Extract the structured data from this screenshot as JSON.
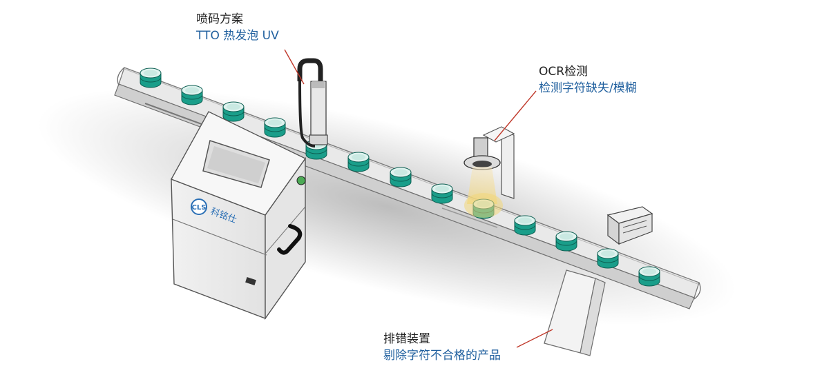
{
  "annotations": {
    "printing": {
      "title": "喷码方案",
      "subtitle": "TTO 热发泡 UV"
    },
    "ocr": {
      "title": "OCR检测",
      "subtitle": "检测字符缺失/模糊"
    },
    "reject": {
      "title": "排错装置",
      "subtitle": "剔除字符不合格的产品"
    }
  },
  "printer_brand": {
    "logo_text": "CLS",
    "name": "科铭仕"
  },
  "colors": {
    "leader_line": "#c0392b",
    "label_title": "#222222",
    "label_subtitle": "#1f5f9e",
    "bottle_cap": "#1a9e8a",
    "cap_top": "#dff3ef",
    "highlight": "#f2d77a"
  }
}
